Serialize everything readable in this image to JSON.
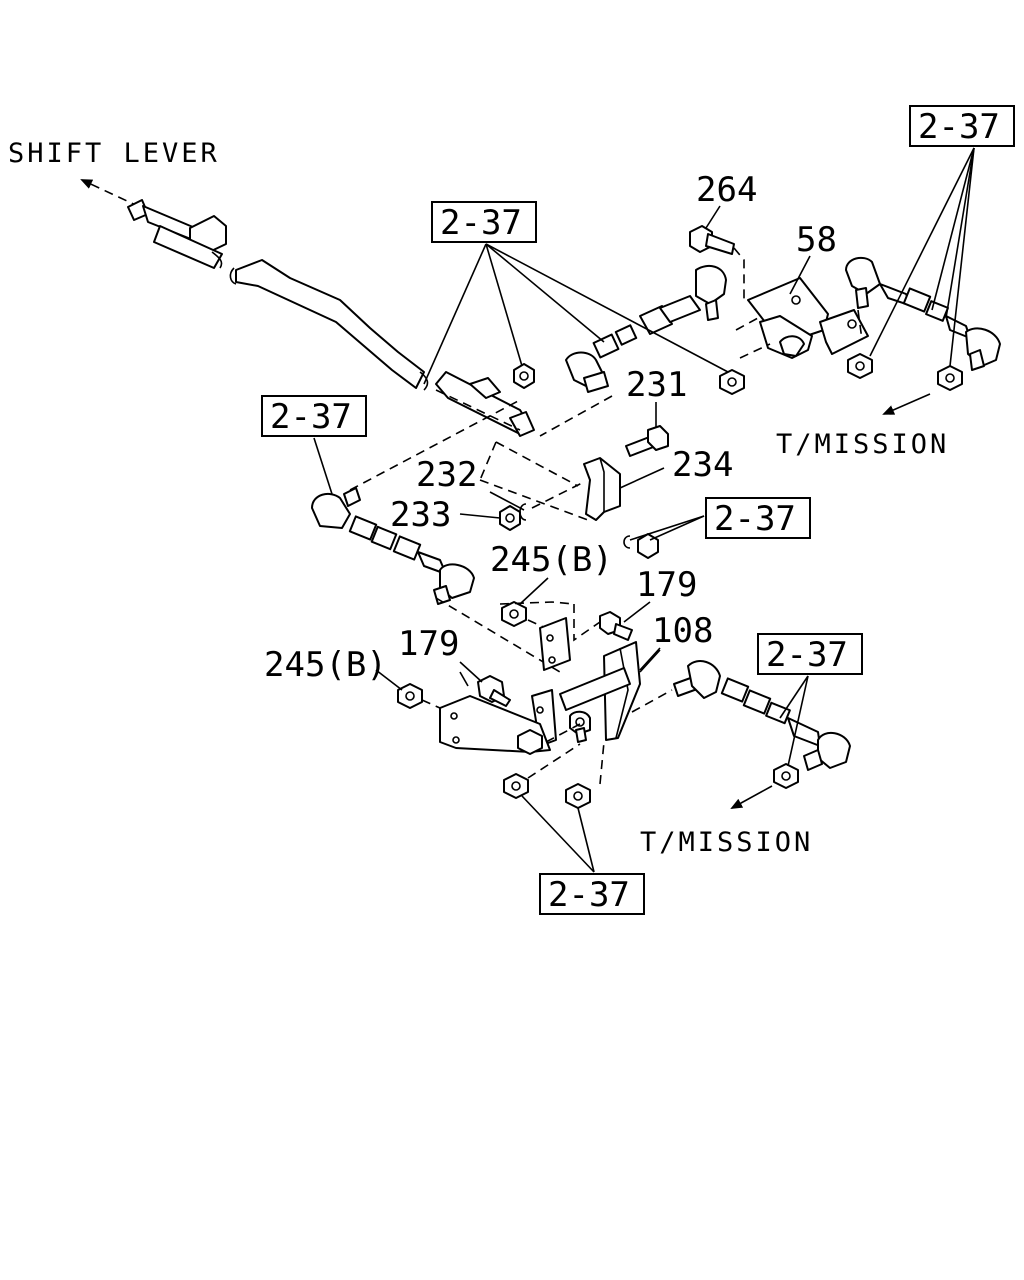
{
  "directions": {
    "shift_lever": "SHIFT LEVER",
    "transmission_upper": "T/MISSION",
    "transmission_lower": "T/MISSION"
  },
  "part_numbers": {
    "p264": "264",
    "p58": "58",
    "p231": "231",
    "p232": "232",
    "p233": "233",
    "p234": "234",
    "p245b_upper": "245(B)",
    "p245b_lower": "245(B)",
    "p179_upper": "179",
    "p179_lower": "179",
    "p108": "108"
  },
  "references": {
    "ref_top_right": "2-37",
    "ref_top_center": "2-37",
    "ref_left": "2-37",
    "ref_middle_right": "2-37",
    "ref_lower_right": "2-37",
    "ref_bottom": "2-37"
  }
}
